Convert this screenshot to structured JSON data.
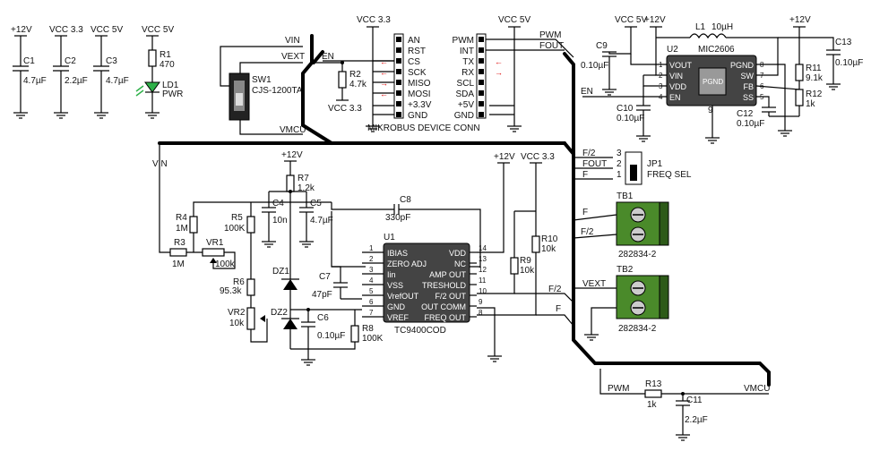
{
  "power_caps": {
    "c1": {
      "rail": "+12V",
      "ref": "C1",
      "val": "4.7µF"
    },
    "c2": {
      "rail": "VCC 3.3",
      "ref": "C2",
      "val": "2.2µF"
    },
    "c3": {
      "rail": "VCC 5V",
      "ref": "C3",
      "val": "4.7µF"
    }
  },
  "led": {
    "rail": "VCC 5V",
    "r_ref": "R1",
    "r_val": "470",
    "ref": "LD1",
    "label": "PWR",
    "color": "#2fb14a"
  },
  "switch": {
    "ref": "SW1",
    "part": "CJS-1200TA",
    "vin": "VIN",
    "vext": "VEXT",
    "vmcu": "VMCU",
    "en": "EN"
  },
  "r2": {
    "rail": "VCC 3.3",
    "ref": "R2",
    "val": "4.7k",
    "bottom": "VCC 3.3"
  },
  "mikrobus": {
    "rail_left": "VCC 3.3",
    "rail_right": "VCC 5V",
    "title": "MIKROBUS DEVICE CONN",
    "left_pins": [
      "AN",
      "RST",
      "CS",
      "SCK",
      "MISO",
      "MOSI",
      "+3.3V",
      "GND"
    ],
    "right_pins": [
      "PWM",
      "INT",
      "TX",
      "RX",
      "SCL",
      "SDA",
      "+5V",
      "GND"
    ],
    "pwm": "PWM",
    "fout": "FOUT"
  },
  "regulator": {
    "ref": "U2",
    "part": "MIC2606",
    "l_ref": "L1",
    "l_val": "10µH",
    "rail1": "VCC 5V",
    "rail2": "+12V",
    "rail3": "+12V",
    "left_pins": [
      {
        "n": "1",
        "name": "VOUT"
      },
      {
        "n": "2",
        "name": "VIN"
      },
      {
        "n": "3",
        "name": "VDD"
      },
      {
        "n": "4",
        "name": "EN"
      }
    ],
    "right_pins": [
      {
        "n": "8",
        "name": "PGND"
      },
      {
        "n": "7",
        "name": "SW"
      },
      {
        "n": "6",
        "name": "FB"
      },
      {
        "n": "5",
        "name": "SS"
      }
    ],
    "pad": "PGND",
    "pad_pin": "9",
    "en": "EN",
    "c9": {
      "ref": "C9",
      "val": "0.10µF"
    },
    "c10": {
      "ref": "C10",
      "val": "0.10µF"
    },
    "c12": {
      "ref": "C12",
      "val": "0.10µF"
    },
    "c13": {
      "ref": "C13",
      "val": "0.10µF"
    },
    "r11": {
      "ref": "R11",
      "val": "9.1k"
    },
    "r12": {
      "ref": "R12",
      "val": "1k"
    }
  },
  "jumper": {
    "ref": "JP1",
    "label": "FREQ SEL",
    "nets": [
      "F/2",
      "FOUT",
      "F"
    ],
    "pins": [
      "3",
      "2",
      "1"
    ]
  },
  "terminals": {
    "tb1": {
      "ref": "TB1",
      "part": "282834-2",
      "nets": [
        "F",
        "F/2"
      ]
    },
    "tb2": {
      "ref": "TB2",
      "part": "282834-2",
      "nets": [
        "VEXT"
      ]
    },
    "color": "#4a8a2a"
  },
  "converter": {
    "ref": "U1",
    "part": "TC9400COD",
    "left_pins": [
      {
        "n": "1",
        "name": "IBIAS"
      },
      {
        "n": "2",
        "name": "ZERO ADJ"
      },
      {
        "n": "3",
        "name": "Iin"
      },
      {
        "n": "4",
        "name": "VSS"
      },
      {
        "n": "5",
        "name": "VrefOUT"
      },
      {
        "n": "6",
        "name": "GND"
      },
      {
        "n": "7",
        "name": "VREF"
      }
    ],
    "right_pins": [
      {
        "n": "14",
        "name": "VDD"
      },
      {
        "n": "13",
        "name": "NC"
      },
      {
        "n": "12",
        "name": "AMP OUT"
      },
      {
        "n": "11",
        "name": "TRESHOLD"
      },
      {
        "n": "10",
        "name": "F/2 OUT"
      },
      {
        "n": "9",
        "name": "OUT COMM"
      },
      {
        "n": "8",
        "name": "FREQ OUT"
      }
    ],
    "rail_12": "+12V",
    "rail_33": "VCC 3.3",
    "rail_r7": "+12V",
    "vin": "VIN",
    "r3": {
      "ref": "R3",
      "val": "1M"
    },
    "r4": {
      "ref": "R4",
      "val": "1M"
    },
    "r5": {
      "ref": "R5",
      "val": "100K"
    },
    "r6": {
      "ref": "R6",
      "val": "95.3k"
    },
    "r7": {
      "ref": "R7",
      "val": "1.2k"
    },
    "r8": {
      "ref": "R8",
      "val": "100K"
    },
    "r9": {
      "ref": "R9",
      "val": "10k"
    },
    "r10": {
      "ref": "R10",
      "val": "10k"
    },
    "vr1": {
      "ref": "VR1",
      "val": "100k"
    },
    "vr2": {
      "ref": "VR2",
      "val": "10k"
    },
    "c4": {
      "ref": "C4",
      "val": "10n"
    },
    "c5": {
      "ref": "C5",
      "val": "4.7µF"
    },
    "c6": {
      "ref": "C6",
      "val": "0.10µF"
    },
    "c7": {
      "ref": "C7",
      "val": "47pF"
    },
    "c8": {
      "ref": "C8",
      "val": "330pF"
    },
    "dz1": "DZ1",
    "dz2": "DZ2",
    "f2": "F/2",
    "f": "F"
  },
  "pwm_filter": {
    "pwm": "PWM",
    "vmcu": "VMCU",
    "r13": {
      "ref": "R13",
      "val": "1k"
    },
    "c11": {
      "ref": "C11",
      "val": "2.2µF"
    }
  }
}
